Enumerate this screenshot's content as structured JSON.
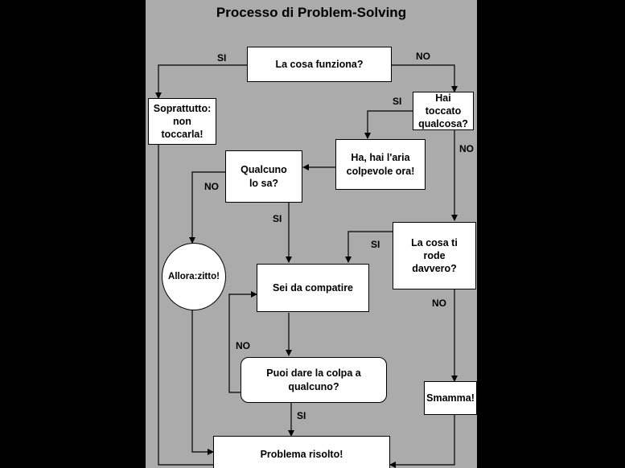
{
  "title": "Processo di Problem-Solving",
  "nodes": {
    "works": "La cosa funziona?",
    "dont_touch": "Soprattutto: non toccarla!",
    "touched": "Hai toccato qualcosa?",
    "guilty": "Ha, hai l'aria colpevole ora!",
    "anyone_knows": "Qualcuno lo sa?",
    "bothers": "La cosa ti rode davvero?",
    "shut_up": "Allora:zitto!",
    "pitiful": "Sei da compatire",
    "blame": "Puoi dare la colpa a qualcuno?",
    "go_away": "Smamma!",
    "solved": "Problema risolto!"
  },
  "labels": {
    "si_works": "SI",
    "no_works": "NO",
    "si_touched": "SI",
    "no_touched": "NO",
    "no_knows": "NO",
    "si_knows": "SI",
    "si_bothers": "SI",
    "no_bothers": "NO",
    "no_blame": "NO",
    "si_blame": "SI"
  }
}
